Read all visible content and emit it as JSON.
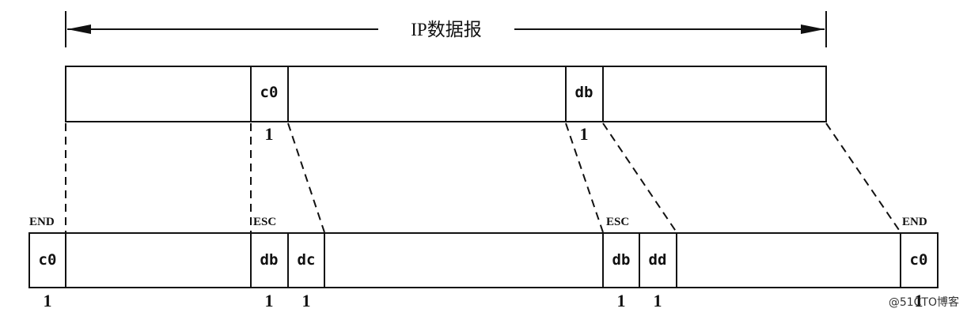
{
  "diagram": {
    "title": "IP数据报",
    "top_bytes": [
      "c0",
      "db"
    ],
    "top_byte_counts": [
      "1",
      "1"
    ],
    "bottom_markers": [
      "END",
      "ESC",
      "ESC",
      "END"
    ],
    "bottom_bytes": [
      "c0",
      "db",
      "dc",
      "db",
      "dd",
      "c0"
    ],
    "bottom_byte_counts": [
      "1",
      "1",
      "1",
      "1",
      "1",
      "1"
    ]
  },
  "watermark": "@51CTO博客"
}
